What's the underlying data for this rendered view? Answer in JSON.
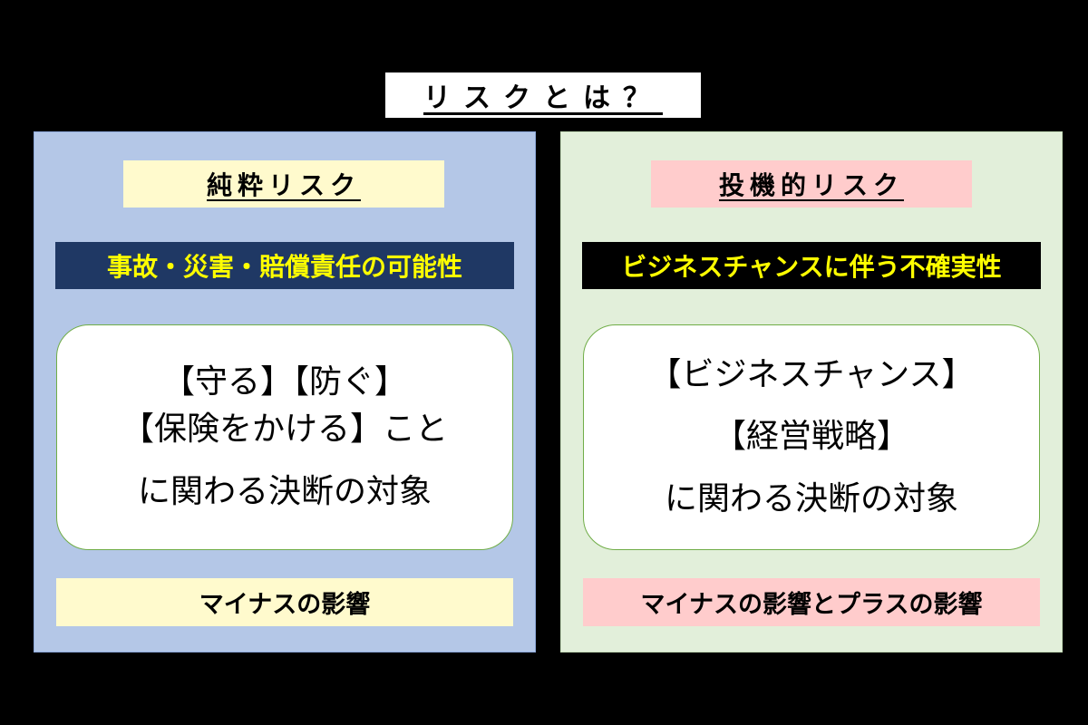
{
  "title": "リスクとは？",
  "pure": {
    "label": "純粋リスク",
    "definition": "事故・災害・賠償責任の可能性",
    "lines": [
      "【守る】【防ぐ】",
      "【保険をかける】こと",
      "に関わる決断の対象"
    ],
    "impact": "マイナスの影響"
  },
  "speculative": {
    "label": "投機的リスク",
    "definition": "ビジネスチャンスに伴う不確実性",
    "lines": [
      "【ビジネスチャンス】",
      "【経営戦略】",
      "に関わる決断の対象"
    ],
    "impact": "マイナスの影響とプラスの影響"
  },
  "colors": {
    "pure_bg": "#b4c7e7",
    "spec_bg": "#e2efda",
    "yellow": "#fffacd",
    "pink": "#ffcccc",
    "navy": "#1f3864",
    "accent_text": "#ffff00"
  }
}
